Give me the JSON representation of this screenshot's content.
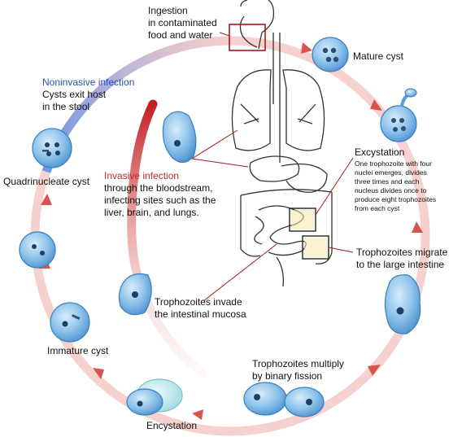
{
  "colors": {
    "cycle_track": "#f4c9c6",
    "arrow": "#d9534f",
    "noninvasive": "#2a4fb4",
    "invasive": "#c0282a",
    "cell_fill": "#8fc3ea",
    "cell_edge": "#3a7fc0",
    "anatomy_box": "#a01c1c"
  },
  "labels": {
    "ingestion": [
      "Ingestion",
      "in contaminated",
      "food and water"
    ],
    "mature_cyst": "Mature cyst",
    "noninvasive_title": "Noninvasive infection",
    "noninvasive_text": [
      "Cysts exit host",
      "in the stool"
    ],
    "quadrinucleate": "Quadrinucleate cyst",
    "invasive_title": "Invasive infection",
    "invasive_text": [
      "through the bloodstream,",
      "infecting sites such as the",
      "liver, brain, and lungs."
    ],
    "excystation_title": "Excystation",
    "excystation_text": [
      "One trophozoite with four",
      "nuclei emerges, divides",
      "three times and each",
      "nucleus divides once to",
      "produce eight trophozoites",
      "from each cyst"
    ],
    "migrate": [
      "Trophozoites  migrate",
      "to the large intestine"
    ],
    "invade": [
      "Trophozoites invade",
      "the intestinal mucosa"
    ],
    "immature": "Immature cyst",
    "multiply": [
      "Trophozoites multiply",
      "by binary fission"
    ],
    "encystation": "Encystation"
  },
  "icons": [
    "cyst-icon",
    "trophozoite-icon",
    "human-anatomy-icon",
    "cycle-arrow-icon"
  ]
}
